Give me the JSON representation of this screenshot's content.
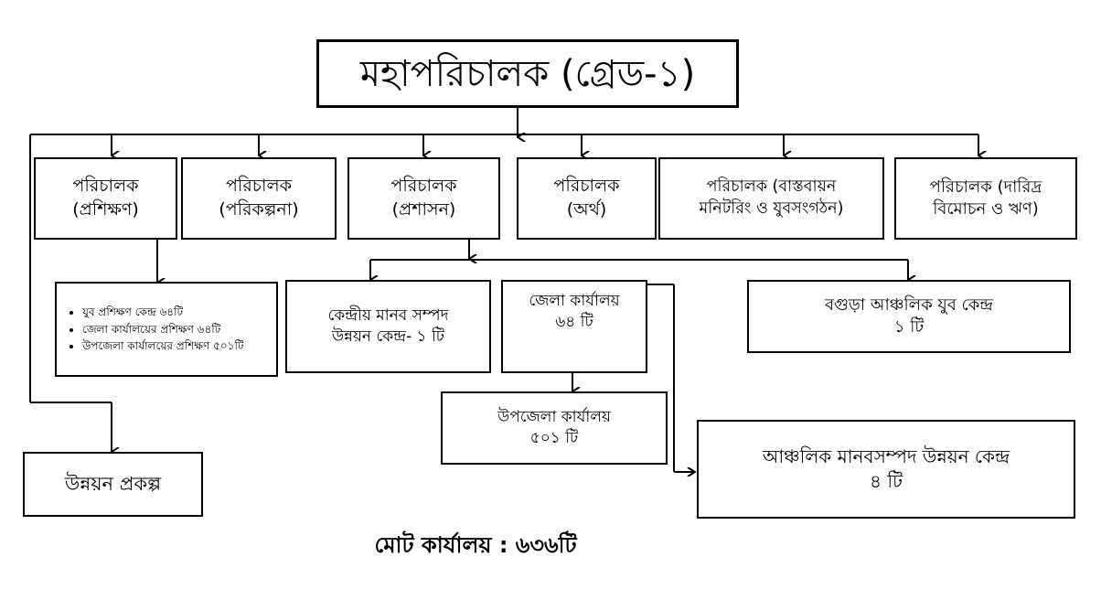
{
  "top": {
    "title": "মহাপরিচালক (গ্রেড-১)"
  },
  "directors": [
    {
      "line1": "পরিচালক",
      "line2": "(প্রশিক্ষণ)"
    },
    {
      "line1": "পরিচালক",
      "line2": "(পরিকল্পনা)"
    },
    {
      "line1": "পরিচালক",
      "line2": "(প্রশাসন)"
    },
    {
      "line1": "পরিচালক",
      "line2": "(অর্থ)"
    },
    {
      "line1": "পরিচালক (বাস্তবায়ন",
      "line2": "মনিটরিং ও যুবসংগঠন)"
    },
    {
      "line1": "পরিচালক (দারিদ্র",
      "line2": "বিমোচন ও ঋণ)"
    }
  ],
  "training_list": [
    "যুব প্রশিক্ষণ কেন্দ্র ৬৪টি",
    "জেলা কার্যালয়ের প্রশিক্ষণ ৬৪টি",
    "উপজেলা কার্যালয়ের প্রশিক্ষণ ৫০১টি"
  ],
  "central_hrd": {
    "line1": "কেন্দ্রীয় মানব সম্পদ",
    "line2": "উন্নয়ন কেন্দ্র- ১ টি"
  },
  "district": {
    "line1": "জেলা কার্যালয়",
    "line2": "৬৪ টি"
  },
  "bogura": {
    "line1": "বগুড়া আঞ্চলিক যুব কেন্দ্র",
    "line2": "১ টি"
  },
  "upazila": {
    "line1": "উপজেলা কার্যালয়",
    "line2": "৫০১ টি"
  },
  "regional_hrd": {
    "line1": "আঞ্চলিক মানবসম্পদ উন্নয়ন কেন্দ্র",
    "line2": "৪ টি"
  },
  "dev_project": {
    "label": "উন্নয়ন প্রকল্প"
  },
  "total": {
    "label": "মোট কার্যালয় : ৬৩৬টি"
  }
}
